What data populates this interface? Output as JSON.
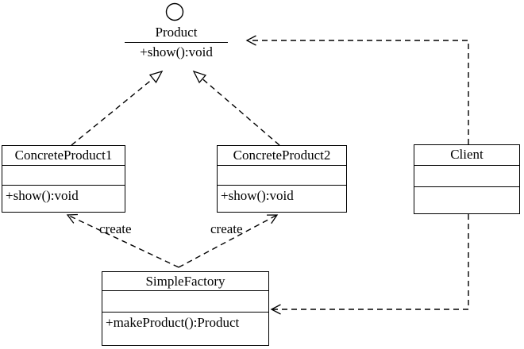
{
  "colors": {
    "line": "#000000",
    "background": "#ffffff"
  },
  "interface": {
    "name": "Product",
    "method": "+show():void"
  },
  "classes": {
    "concrete_product1": {
      "name": "ConcreteProduct1",
      "method": "+show():void"
    },
    "concrete_product2": {
      "name": "ConcreteProduct2",
      "method": "+show():void"
    },
    "client": {
      "name": "Client"
    },
    "simple_factory": {
      "name": "SimpleFactory",
      "method": "+makeProduct():Product"
    }
  },
  "relationships": {
    "create_label_left": "create",
    "create_label_right": "create"
  }
}
